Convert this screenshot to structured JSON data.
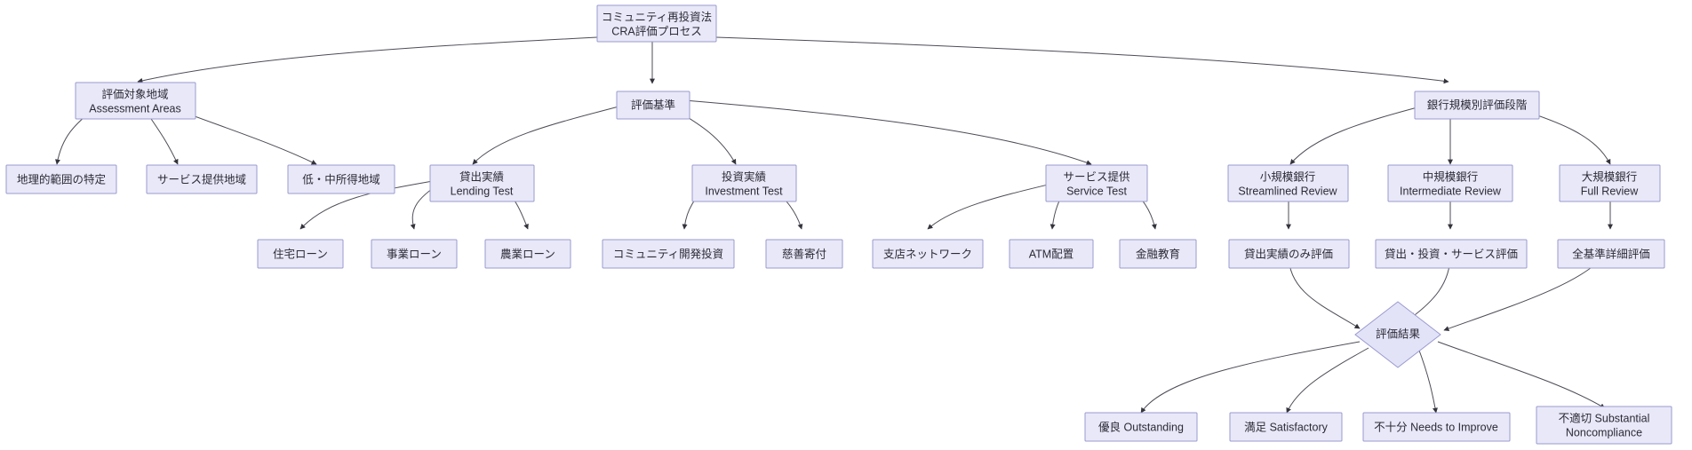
{
  "diagram": {
    "type": "flowchart",
    "title": "コミュニティ再投資法 CRA評価プロセス",
    "orientation": "top-down",
    "colors": {
      "node_fill": "#e8e8f8",
      "node_stroke": "#9a9ad0",
      "edge_stroke": "#4c4c55",
      "text": "#2b2b38",
      "background": "#ffffff"
    },
    "nodes": {
      "root": {
        "line1": "コミュニティ再投資法",
        "line2": "CRA評価プロセス"
      },
      "assessment_areas": {
        "line1": "評価対象地域",
        "line2": "Assessment Areas"
      },
      "criteria": {
        "line1": "評価基準",
        "line2": ""
      },
      "bank_size": {
        "line1": "銀行規模別評価段階",
        "line2": ""
      },
      "geo_scope": {
        "line1": "地理的範囲の特定",
        "line2": ""
      },
      "service_area": {
        "line1": "サービス提供地域",
        "line2": ""
      },
      "lmi_area": {
        "line1": "低・中所得地域",
        "line2": ""
      },
      "lending_test": {
        "line1": "貸出実績",
        "line2": "Lending Test"
      },
      "investment_test": {
        "line1": "投資実績",
        "line2": "Investment Test"
      },
      "service_test": {
        "line1": "サービス提供",
        "line2": "Service Test"
      },
      "small_bank": {
        "line1": "小規模銀行",
        "line2": "Streamlined Review"
      },
      "mid_bank": {
        "line1": "中規模銀行",
        "line2": "Intermediate Review"
      },
      "large_bank": {
        "line1": "大規模銀行",
        "line2": "Full Review"
      },
      "home_loan": {
        "line1": "住宅ローン",
        "line2": ""
      },
      "business_loan": {
        "line1": "事業ローン",
        "line2": ""
      },
      "farm_loan": {
        "line1": "農業ローン",
        "line2": ""
      },
      "community_dev_investment": {
        "line1": "コミュニティ開発投資",
        "line2": ""
      },
      "charitable_donation": {
        "line1": "慈善寄付",
        "line2": ""
      },
      "branch_network": {
        "line1": "支店ネットワーク",
        "line2": ""
      },
      "atm_placement": {
        "line1": "ATM配置",
        "line2": ""
      },
      "financial_education": {
        "line1": "金融教育",
        "line2": ""
      },
      "lending_only_eval": {
        "line1": "貸出実績のみ評価",
        "line2": ""
      },
      "lending_inv_svc_eval": {
        "line1": "貸出・投資・サービス評価",
        "line2": ""
      },
      "full_criteria_eval": {
        "line1": "全基準詳細評価",
        "line2": ""
      },
      "result": {
        "line1": "評価結果",
        "line2": ""
      },
      "rating_outstanding": {
        "line1": "優良 Outstanding",
        "line2": ""
      },
      "rating_satisfactory": {
        "line1": "満足 Satisfactory",
        "line2": ""
      },
      "rating_needs_improve": {
        "line1": "不十分 Needs to Improve",
        "line2": ""
      },
      "rating_noncompliance": {
        "line1": "不適切 Substantial",
        "line2": "Noncompliance"
      }
    },
    "edges": [
      {
        "from": "root",
        "to": "assessment_areas"
      },
      {
        "from": "root",
        "to": "criteria"
      },
      {
        "from": "root",
        "to": "bank_size"
      },
      {
        "from": "assessment_areas",
        "to": "geo_scope"
      },
      {
        "from": "assessment_areas",
        "to": "service_area"
      },
      {
        "from": "assessment_areas",
        "to": "lmi_area"
      },
      {
        "from": "criteria",
        "to": "lending_test"
      },
      {
        "from": "criteria",
        "to": "investment_test"
      },
      {
        "from": "criteria",
        "to": "service_test"
      },
      {
        "from": "bank_size",
        "to": "small_bank"
      },
      {
        "from": "bank_size",
        "to": "mid_bank"
      },
      {
        "from": "bank_size",
        "to": "large_bank"
      },
      {
        "from": "lending_test",
        "to": "home_loan"
      },
      {
        "from": "lending_test",
        "to": "business_loan"
      },
      {
        "from": "lending_test",
        "to": "farm_loan"
      },
      {
        "from": "investment_test",
        "to": "community_dev_investment"
      },
      {
        "from": "investment_test",
        "to": "charitable_donation"
      },
      {
        "from": "service_test",
        "to": "branch_network"
      },
      {
        "from": "service_test",
        "to": "atm_placement"
      },
      {
        "from": "service_test",
        "to": "financial_education"
      },
      {
        "from": "small_bank",
        "to": "lending_only_eval"
      },
      {
        "from": "mid_bank",
        "to": "lending_inv_svc_eval"
      },
      {
        "from": "large_bank",
        "to": "full_criteria_eval"
      },
      {
        "from": "lending_only_eval",
        "to": "result"
      },
      {
        "from": "lending_inv_svc_eval",
        "to": "result"
      },
      {
        "from": "full_criteria_eval",
        "to": "result"
      },
      {
        "from": "result",
        "to": "rating_outstanding"
      },
      {
        "from": "result",
        "to": "rating_satisfactory"
      },
      {
        "from": "result",
        "to": "rating_needs_improve"
      },
      {
        "from": "result",
        "to": "rating_noncompliance"
      }
    ]
  }
}
